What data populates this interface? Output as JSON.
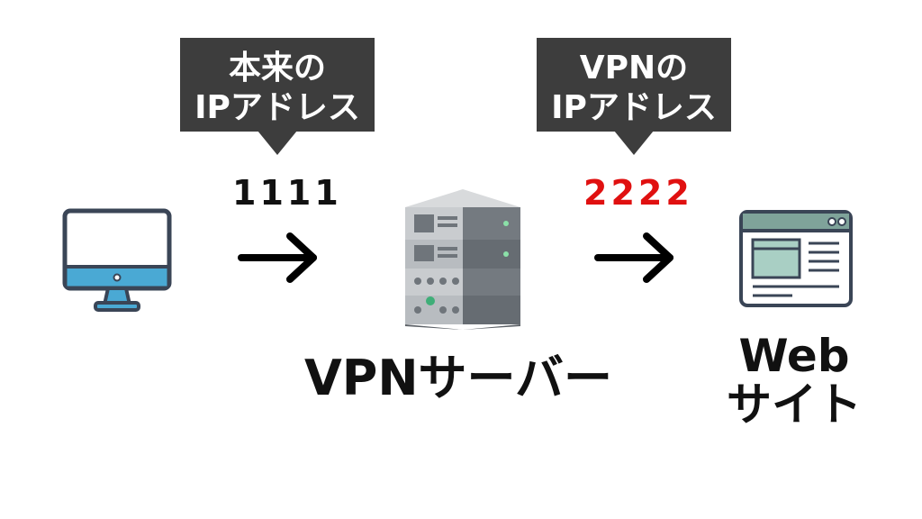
{
  "bubbles": {
    "original_ip": {
      "line1": "本来の",
      "line2": "IPアドレス"
    },
    "vpn_ip": {
      "line1": "VPNの",
      "line2": "IPアドレス"
    }
  },
  "ips": {
    "original": "1111",
    "vpn": "2222"
  },
  "labels": {
    "server": "VPNサーバー",
    "website_line1": "Web",
    "website_line2": "サイト"
  },
  "icons": {
    "pc": "desktop-monitor-icon",
    "server": "server-rack-icon",
    "website": "browser-window-icon",
    "arrow": "arrow-right-icon"
  },
  "colors": {
    "bubble_bg": "#3d3d3d",
    "vpn_ip_text": "#e01010",
    "text": "#111111"
  }
}
